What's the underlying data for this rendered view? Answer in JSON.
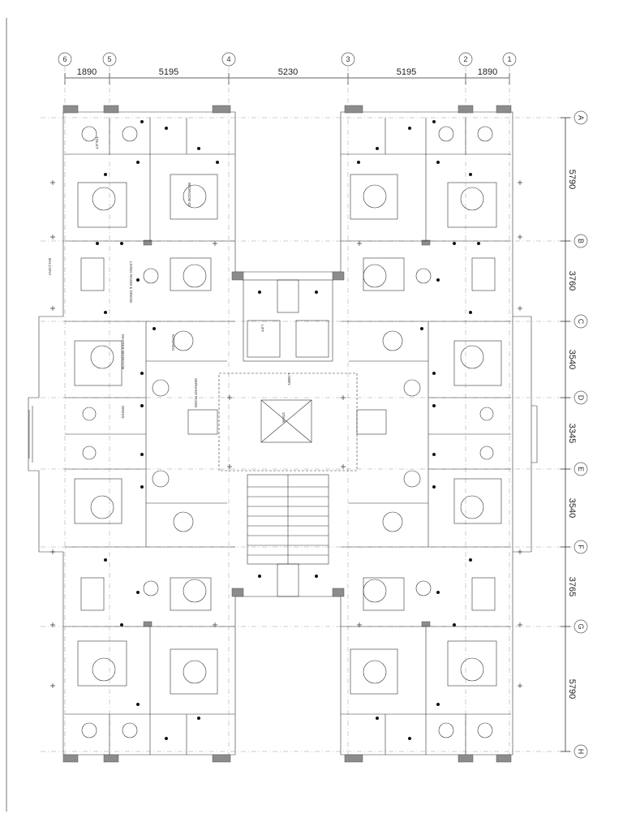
{
  "drawing": {
    "top_dimensions": [
      "1890",
      "5195",
      "5230",
      "5195",
      "1890"
    ],
    "right_dimensions": [
      "5790",
      "3760",
      "3540",
      "3345",
      "3540",
      "3765",
      "5790"
    ],
    "column_grid_labels": [
      "6",
      "5",
      "4",
      "3",
      "2",
      "1"
    ],
    "row_grid_labels": [
      "A",
      "B",
      "C",
      "D",
      "E",
      "F",
      "G",
      "H"
    ],
    "room_labels": [
      "TOILET",
      "BEDROOM 02",
      "BALCONY",
      "LIVING ROOM & DINING",
      "KITCHEN",
      "MASTER BEDROOM",
      "SERVANT ROOM",
      "DRESS",
      "LIFT",
      "STAIR",
      "LOBBY"
    ]
  }
}
